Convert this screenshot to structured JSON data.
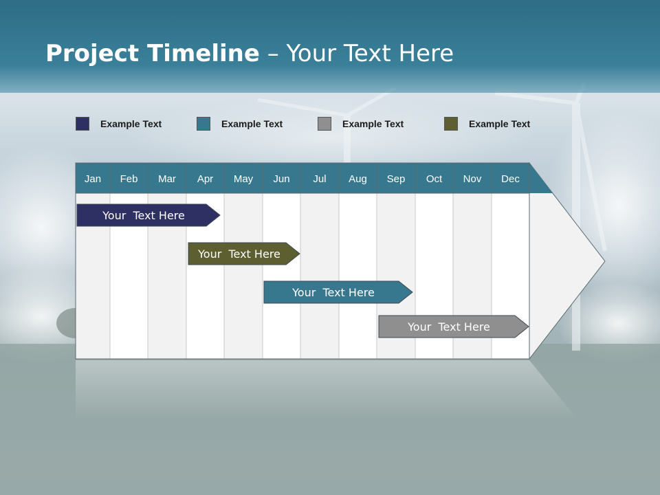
{
  "title": {
    "bold": "Project Timeline",
    "rest": " – Your Text Here"
  },
  "legend": [
    {
      "label": "Example Text",
      "color": "#2e2f62"
    },
    {
      "label": "Example Text",
      "color": "#37788f"
    },
    {
      "label": "Example Text",
      "color": "#8f8f8f"
    },
    {
      "label": "Example Text",
      "color": "#5e5f30"
    }
  ],
  "months": [
    "Jan",
    "Feb",
    "Mar",
    "Apr",
    "May",
    "Jun",
    "Jul",
    "Aug",
    "Sep",
    "Oct",
    "Nov",
    "Dec"
  ],
  "tasks": [
    {
      "label": "Your  Text Here",
      "color": "#2e2f62"
    },
    {
      "label": "Your  Text Here",
      "color": "#5e5f30"
    },
    {
      "label": "Your  Text Here",
      "color": "#37788f"
    },
    {
      "label": "Your  Text Here",
      "color": "#8f8f8f"
    }
  ],
  "colors": {
    "header": "#37788f",
    "column_light": "#f2f2f2",
    "column_white": "#ffffff"
  }
}
